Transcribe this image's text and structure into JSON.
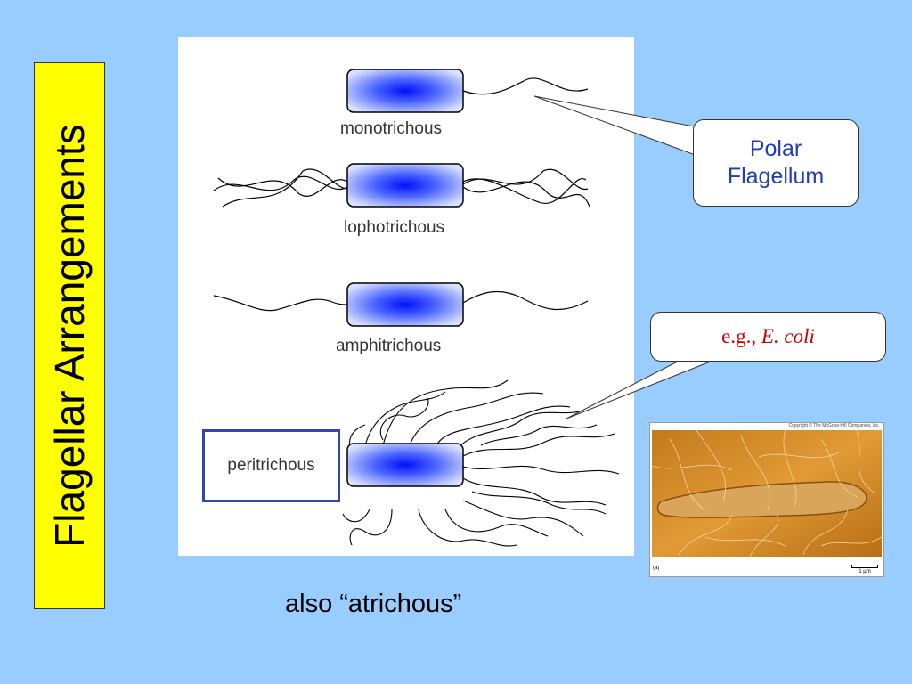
{
  "title": "Flagellar Arrangements",
  "diagram": {
    "labels": {
      "monotrichous": "monotrichous",
      "lophotrichous": "lophotrichous",
      "amphitrichous": "amphitrichous",
      "peritrichous": "peritrichous"
    }
  },
  "callouts": {
    "polar_line1": "Polar",
    "polar_line2": "Flagellum",
    "ecoli_prefix": "e.g.,",
    "ecoli_name": "E. coli"
  },
  "photo": {
    "copyright": "Copyright © The McGraw-Hill Companies, Inc.",
    "panel_label": "(a)",
    "scale": "1 µm"
  },
  "caption": "also “atrichous”",
  "colors": {
    "background": "#99ccff",
    "title_bg": "#ffff00",
    "cell_blue": "#1a33ff",
    "callout_text_blue": "#1f3fb0",
    "callout_text_red": "#cc0000"
  }
}
